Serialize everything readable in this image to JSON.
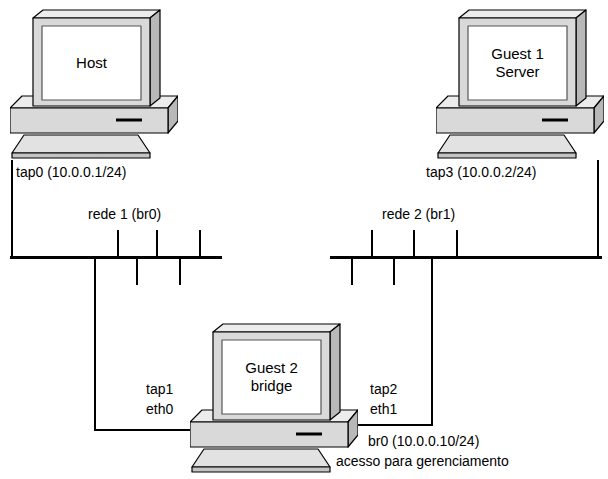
{
  "diagram": {
    "nodes": [
      {
        "text": [
          "Host"
        ]
      },
      {
        "text": [
          "Guest 1 Server"
        ]
      },
      {
        "text": [
          "rede 1 (br0)"
        ]
      },
      {
        "text": [
          "rede 2 (br1)"
        ]
      },
      {
        "text": [
          "Guest 2 bridge"
        ]
      }
    ],
    "edges": [
      {
        "from": 0,
        "to": 2,
        "arrow": "none"
      },
      {
        "from": 2,
        "to": 4,
        "arrow": "none"
      },
      {
        "from": 4,
        "to": 3,
        "arrow": "none"
      },
      {
        "from": 3,
        "to": 1,
        "arrow": "none"
      }
    ],
    "labels": [
      "tap0 (10.0.0.1/24)",
      "tap3 (10.0.0.2/24)",
      "tap1",
      "eth0",
      "tap2",
      "eth1",
      "br0 (10.0.0.10/24)",
      "acesso para gerenciamento"
    ]
  }
}
